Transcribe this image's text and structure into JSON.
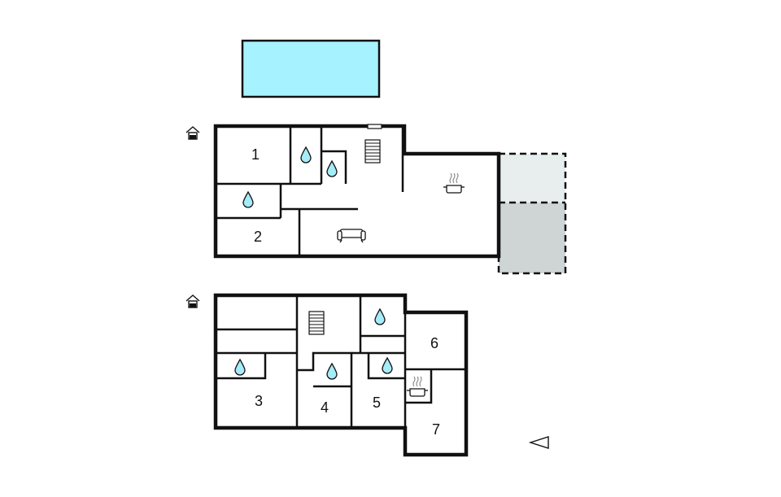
{
  "rooms": {
    "r1": "1",
    "r2": "2",
    "r3": "3",
    "r4": "4",
    "r5": "5",
    "r6": "6",
    "r7": "7"
  },
  "colors": {
    "pool": "#a6f2ff",
    "terrace_light": "#e8eeee",
    "terrace_dark": "#cfd5d5",
    "wall": "#111111",
    "water_drop": "#a6ecf8"
  },
  "icons": {
    "entrance": "house-entrance-icon",
    "bathroom": "water-drop-icon",
    "kitchen": "cooking-pot-icon",
    "living": "sofa-icon",
    "stairs": "staircase-icon",
    "north": "compass-arrow-icon"
  }
}
